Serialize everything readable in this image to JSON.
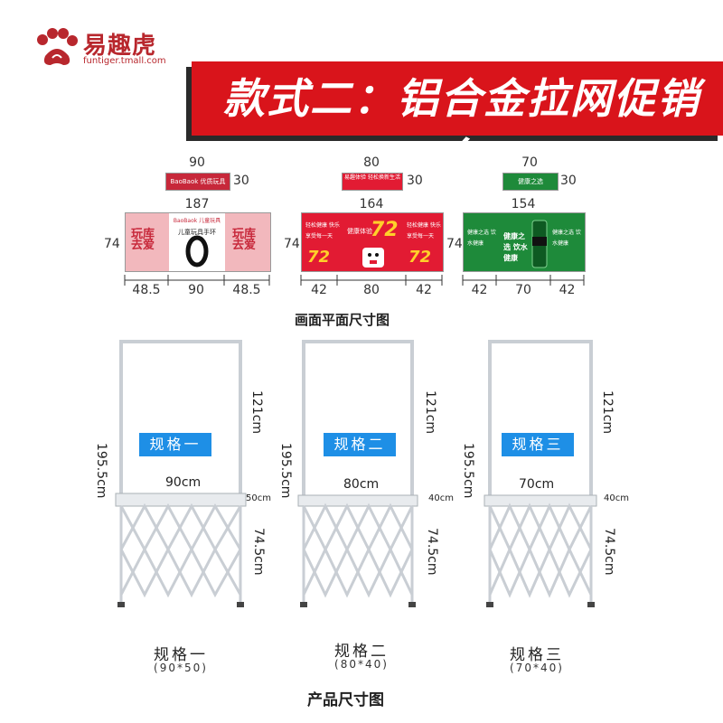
{
  "header": {
    "brand_name": "易趣虎",
    "brand_url": "funtiger.tmall.com",
    "banner_title": "款式二：铝合金拉网促销台",
    "colors": {
      "brand_red": "#b8272d",
      "banner_red": "#d9141b"
    }
  },
  "plan": {
    "section_label": "画面平面尺寸图",
    "tables": [
      {
        "top_width": "90",
        "top_height": "30",
        "panel_width": "187",
        "panel_height": "74",
        "segments": [
          "48.5",
          "90",
          "48.5"
        ],
        "top_text": "BaoBaok 优质玩具",
        "left_text": "玩库 去爱",
        "center_brand": "BaoBaok 儿童玩具",
        "center_text": "儿童玩具手环",
        "right_text": "玩库 去爱",
        "colors": {
          "panel": "#f2b8bd",
          "center": "#ffffff",
          "top": "#c7283a"
        }
      },
      {
        "top_width": "80",
        "top_height": "30",
        "panel_width": "164",
        "panel_height": "74",
        "segments": [
          "42",
          "80",
          "42"
        ],
        "top_text": "易趣体验 轻松换新生活",
        "left_text": "轻松健康 快乐享受每一天",
        "center_text": "健康体验",
        "center_big": "72",
        "right_text": "轻松健康 快乐享受每一天",
        "colors": {
          "panel": "#e21b33",
          "accent": "#ffd02a",
          "top": "#e21b33"
        }
      },
      {
        "top_width": "70",
        "top_height": "30",
        "panel_width": "154",
        "panel_height": "74",
        "segments": [
          "42",
          "70",
          "42"
        ],
        "top_text": "健康之选",
        "left_text": "健康之选 饮水健康",
        "center_text": "健康之选 饮水健康",
        "right_text": "健康之选 饮水健康",
        "colors": {
          "panel": "#1e8a3a",
          "top": "#1e8a3a"
        }
      }
    ]
  },
  "products": {
    "section_label": "产品尺寸图",
    "items": [
      {
        "badge": "规格一",
        "total_height": "195.5cm",
        "upper_height": "121cm",
        "table_width": "90cm",
        "depth": "50cm",
        "table_height": "74.5cm",
        "caption": "规格一",
        "size": "(90*50)"
      },
      {
        "badge": "规格二",
        "total_height": "195.5cm",
        "upper_height": "121cm",
        "table_width": "80cm",
        "depth": "40cm",
        "table_height": "74.5cm",
        "caption": "规格二",
        "size": "(80*40)"
      },
      {
        "badge": "规格三",
        "total_height": "195.5cm",
        "upper_height": "121cm",
        "table_width": "70cm",
        "depth": "40cm",
        "table_height": "74.5cm",
        "caption": "规格三",
        "size": "(70*40)"
      }
    ],
    "colors": {
      "badge": "#1e8fe6",
      "frame": "#c9ced4"
    }
  }
}
